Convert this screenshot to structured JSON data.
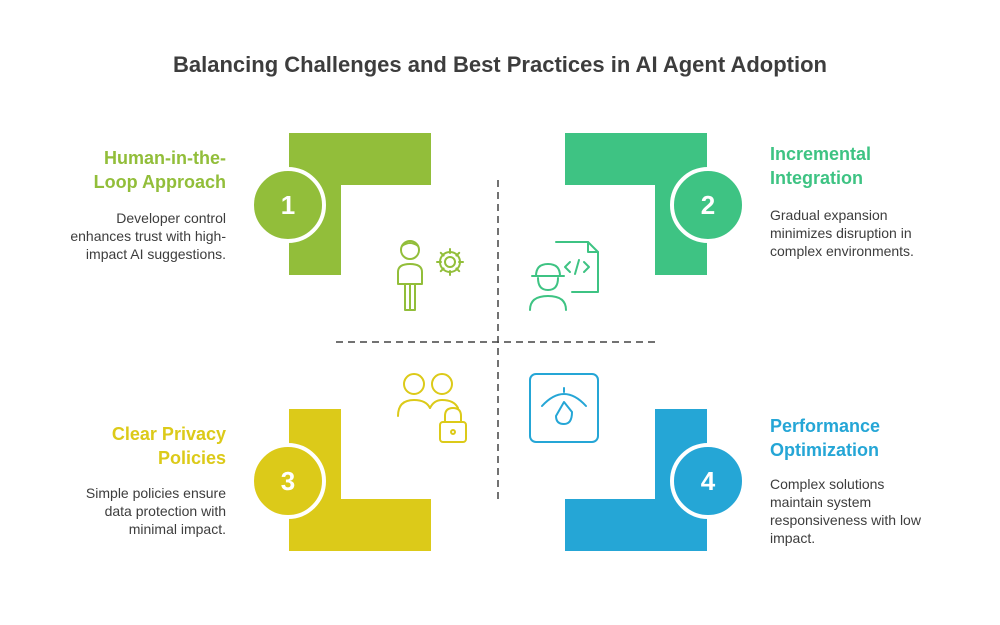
{
  "title": "Balancing Challenges and Best Practices in AI Agent Adoption",
  "quadrants": [
    {
      "number": "1",
      "heading_lines": [
        "Human-in-the-",
        "Loop Approach"
      ],
      "desc_lines": [
        "Developer control",
        "enhances trust with high-",
        "impact AI suggestions."
      ],
      "color": "#92be3a",
      "icon": "developer-gear-icon"
    },
    {
      "number": "2",
      "heading_lines": [
        "Incremental",
        "Integration"
      ],
      "desc_lines": [
        "Gradual expansion",
        "minimizes disruption in",
        "complex environments."
      ],
      "color": "#3ec383",
      "icon": "engineer-code-icon"
    },
    {
      "number": "3",
      "heading_lines": [
        "Clear Privacy",
        "Policies"
      ],
      "desc_lines": [
        "Simple policies ensure",
        "data protection with",
        "minimal impact."
      ],
      "color": "#dcca19",
      "icon": "users-lock-icon"
    },
    {
      "number": "4",
      "heading_lines": [
        "Performance",
        "Optimization"
      ],
      "desc_lines": [
        "Complex solutions",
        "maintain system",
        "responsiveness with low",
        "impact."
      ],
      "color": "#25a6d6",
      "icon": "gauge-icon"
    }
  ]
}
